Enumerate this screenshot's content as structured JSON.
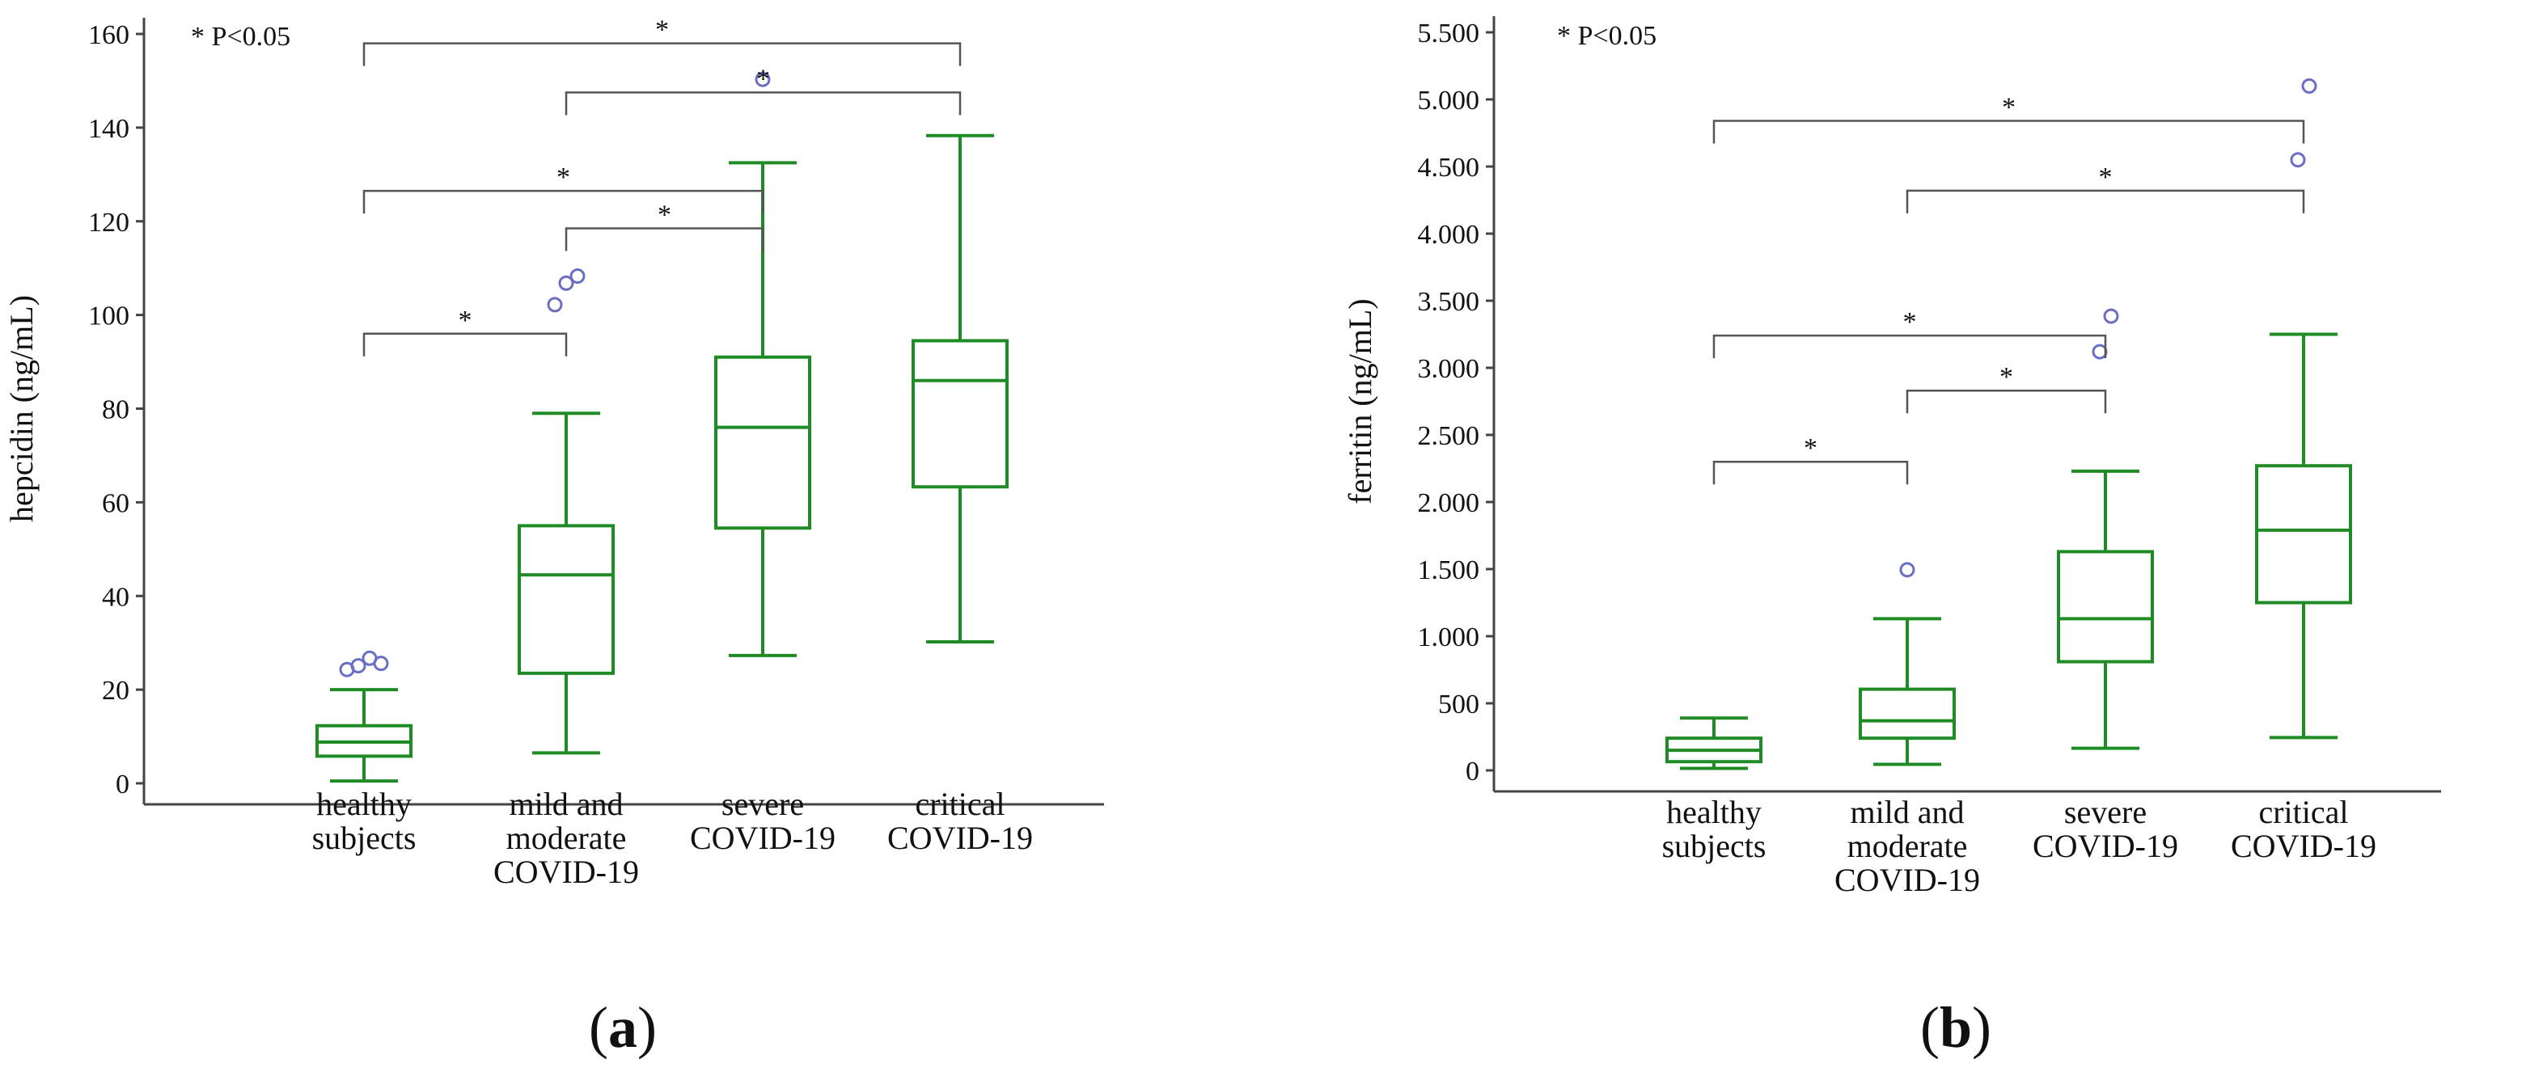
{
  "chart_data": [
    {
      "type": "box",
      "panel_label": "a",
      "ylabel": "hepcidin (ng/mL)",
      "ylim": [
        0,
        160
      ],
      "yticks": [
        "0",
        "20",
        "40",
        "60",
        "80",
        "100",
        "120",
        "140",
        "160"
      ],
      "significance_note": "* P<0.05",
      "categories": [
        [
          "healthy",
          "subjects"
        ],
        [
          "mild and",
          "moderate",
          "COVID-19"
        ],
        [
          "severe",
          "COVID-19"
        ],
        [
          "critical",
          "COVID-19"
        ]
      ],
      "boxes": [
        {
          "whisker_low": 0.5,
          "q1": 5.8,
          "median": 8.8,
          "q3": 12.3,
          "whisker_high": 20,
          "outliers": [
            24.3,
            25.1,
            26.7,
            25.6
          ]
        },
        {
          "whisker_low": 6.5,
          "q1": 23.5,
          "median": 44.5,
          "q3": 55,
          "whisker_high": 79,
          "outliers": [
            102.2,
            106.8,
            108.3
          ]
        },
        {
          "whisker_low": 27.3,
          "q1": 54.5,
          "median": 76,
          "q3": 91,
          "whisker_high": 132.5,
          "outliers": [
            150.3
          ]
        },
        {
          "whisker_low": 30.2,
          "q1": 63.3,
          "median": 86,
          "q3": 94.5,
          "whisker_high": 138.3,
          "outliers": []
        }
      ],
      "brackets": [
        {
          "from": 0,
          "to": 1,
          "y": 96,
          "label": "*"
        },
        {
          "from": 1,
          "to": 2,
          "y": 118.5,
          "label": "*"
        },
        {
          "from": 0,
          "to": 2,
          "y": 126.5,
          "label": "*"
        },
        {
          "from": 1,
          "to": 3,
          "y": 147.5,
          "label": "*"
        },
        {
          "from": 0,
          "to": 3,
          "y": 158,
          "label": "*"
        }
      ]
    },
    {
      "type": "box",
      "panel_label": "b",
      "ylabel": "ferritin (ng/mL)",
      "ylim": [
        0,
        5500
      ],
      "yticks": [
        "0",
        "500",
        "1.000",
        "1.500",
        "2.000",
        "2.500",
        "3.000",
        "3.500",
        "4.000",
        "4.500",
        "5.000",
        "5.500"
      ],
      "significance_note": "* P<0.05",
      "categories": [
        [
          "healthy",
          "subjects"
        ],
        [
          "mild and",
          "moderate",
          "COVID-19"
        ],
        [
          "severe",
          "COVID-19"
        ],
        [
          "critical",
          "COVID-19"
        ]
      ],
      "boxes": [
        {
          "whisker_low": 15,
          "q1": 65,
          "median": 150,
          "q3": 240,
          "whisker_high": 390,
          "outliers": []
        },
        {
          "whisker_low": 45,
          "q1": 240,
          "median": 370,
          "q3": 605,
          "whisker_high": 1130,
          "outliers": [
            1495
          ]
        },
        {
          "whisker_low": 165,
          "q1": 810,
          "median": 1130,
          "q3": 1630,
          "whisker_high": 2230,
          "outliers": [
            3120,
            3385
          ]
        },
        {
          "whisker_low": 245,
          "q1": 1250,
          "median": 1790,
          "q3": 2270,
          "whisker_high": 3250,
          "outliers": [
            4550,
            5100
          ]
        }
      ],
      "brackets": [
        {
          "from": 0,
          "to": 1,
          "y": 2300,
          "label": "*"
        },
        {
          "from": 1,
          "to": 2,
          "y": 2830,
          "label": "*"
        },
        {
          "from": 0,
          "to": 2,
          "y": 3240,
          "label": "*"
        },
        {
          "from": 1,
          "to": 3,
          "y": 4320,
          "label": "*"
        },
        {
          "from": 0,
          "to": 3,
          "y": 4840,
          "label": "*"
        }
      ]
    }
  ],
  "colors": {
    "box": "#1f8b24",
    "outlier": "#6a6ec4",
    "bracket": "#555555",
    "axis": "#444444"
  }
}
